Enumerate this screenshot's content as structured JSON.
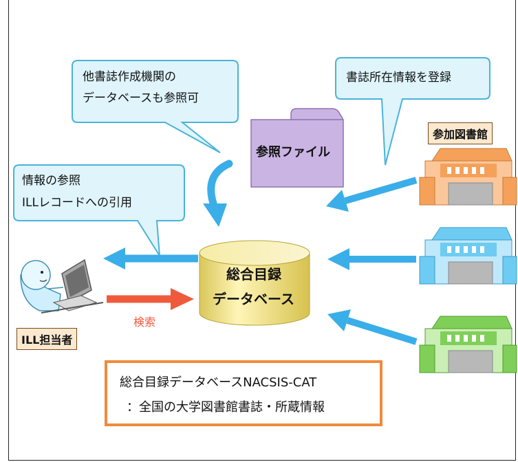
{
  "callouts": {
    "other_dbs": {
      "line1": "他書誌作成機関の",
      "line2": "データベースも参照可"
    },
    "register": {
      "line1": "書誌所在情報を登録"
    },
    "reference": {
      "line1": "情報の参照",
      "line2": "ILLレコードへの引用"
    }
  },
  "reference_file": {
    "label": "参照ファイル"
  },
  "database": {
    "line1": "総合目録",
    "line2": "データベース"
  },
  "libraries": {
    "label": "参加図書館"
  },
  "ill_staff": {
    "label": "ILL担当者"
  },
  "search_label": "検索",
  "summary": {
    "line1": "総合目録データベースNACSIS-CAT",
    "line2": "：全国の大学図書館書誌・所蔵情報"
  },
  "colors": {
    "callout_fill": "#dff4fb",
    "callout_stroke": "#4ab3d8",
    "arrow_blue": "#3aaee8",
    "arrow_red": "#f05a3c",
    "folder_fill": "#c9b4e3",
    "cylinder_fill": "#efe08c",
    "summary_border": "#f08b3c",
    "building_orange": "#f5a15a",
    "building_blue": "#6ecbf2",
    "building_green": "#7fcf58"
  }
}
